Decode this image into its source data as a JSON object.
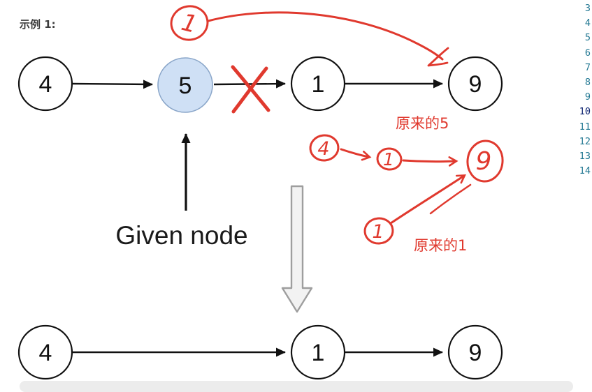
{
  "example_label": "示例 1:",
  "diagram": {
    "top_nodes": [
      "4",
      "5",
      "1",
      "9"
    ],
    "bottom_nodes": [
      "4",
      "1",
      "9"
    ],
    "given_node_label": "Given node",
    "highlighted_node": "5"
  },
  "annotations": {
    "top_circled_digit": "1",
    "note_original_5": "原来的5",
    "note_original_1": "原来的1",
    "sketch_node_a": "4",
    "sketch_node_b": "1",
    "sketch_node_c": "9",
    "sketch_node_d": "1"
  },
  "editor": {
    "line_numbers": [
      "3",
      "4",
      "5",
      "6",
      "7",
      "8",
      "9",
      "10",
      "11",
      "12",
      "13",
      "14"
    ],
    "active_line": "10"
  },
  "colors": {
    "annotation_red": "#e0392e",
    "highlight_fill": "#cfe0f5",
    "highlight_stroke": "#8aa6c9",
    "line_number": "#237893",
    "active_line_number": "#0b216f",
    "node_stroke": "#111111",
    "big_arrow_gray": "#9e9e9e"
  }
}
